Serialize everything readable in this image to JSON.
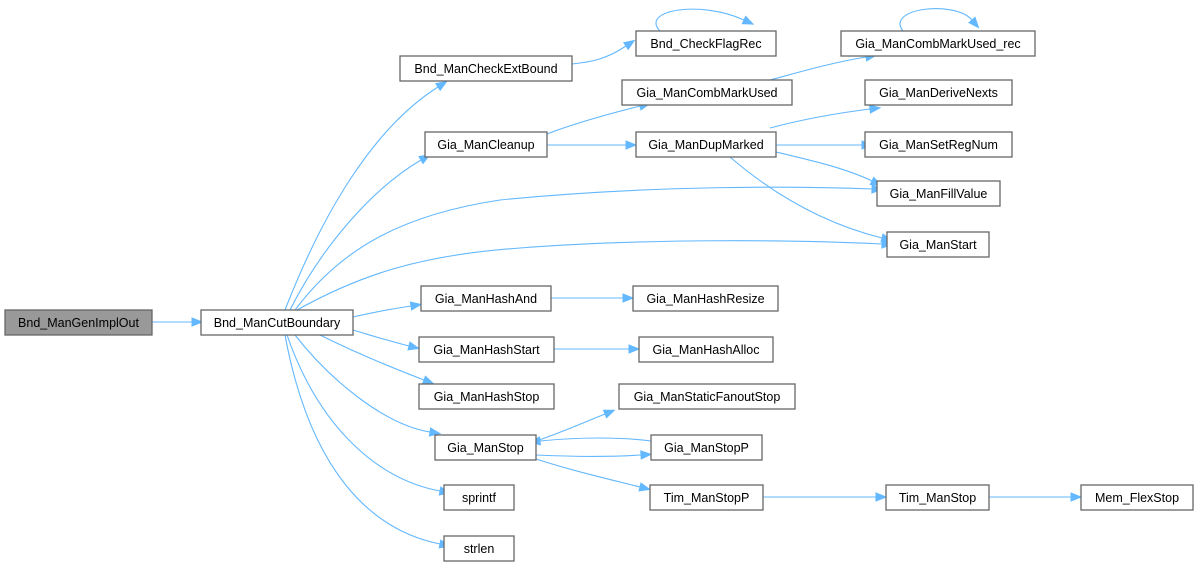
{
  "diagram": {
    "type": "call-graph",
    "colors": {
      "edge": "#63b8ff",
      "node_border": "#666666",
      "root_fill": "#999999",
      "node_fill": "#ffffff"
    },
    "nodes": [
      {
        "id": "n0",
        "label": "Bnd_ManGenImplOut",
        "root": true
      },
      {
        "id": "n1",
        "label": "Bnd_ManCutBoundary"
      },
      {
        "id": "n2",
        "label": "Bnd_ManCheckExtBound"
      },
      {
        "id": "n3",
        "label": "Bnd_CheckFlagRec"
      },
      {
        "id": "n4",
        "label": "Gia_ManCleanup"
      },
      {
        "id": "n5",
        "label": "Gia_ManCombMarkUsed"
      },
      {
        "id": "n6",
        "label": "Gia_ManCombMarkUsed_rec"
      },
      {
        "id": "n7",
        "label": "Gia_ManDupMarked"
      },
      {
        "id": "n8",
        "label": "Gia_ManDeriveNexts"
      },
      {
        "id": "n9",
        "label": "Gia_ManSetRegNum"
      },
      {
        "id": "n10",
        "label": "Gia_ManFillValue"
      },
      {
        "id": "n11",
        "label": "Gia_ManStart"
      },
      {
        "id": "n12",
        "label": "Gia_ManHashAnd"
      },
      {
        "id": "n13",
        "label": "Gia_ManHashResize"
      },
      {
        "id": "n14",
        "label": "Gia_ManHashStart"
      },
      {
        "id": "n15",
        "label": "Gia_ManHashAlloc"
      },
      {
        "id": "n16",
        "label": "Gia_ManHashStop"
      },
      {
        "id": "n17",
        "label": "Gia_ManStaticFanoutStop"
      },
      {
        "id": "n18",
        "label": "Gia_ManStop"
      },
      {
        "id": "n19",
        "label": "Gia_ManStopP"
      },
      {
        "id": "n20",
        "label": "Tim_ManStopP"
      },
      {
        "id": "n21",
        "label": "Tim_ManStop"
      },
      {
        "id": "n22",
        "label": "Mem_FlexStop"
      },
      {
        "id": "n23",
        "label": "sprintf"
      },
      {
        "id": "n24",
        "label": "strlen"
      }
    ],
    "edges": [
      [
        "n0",
        "n1"
      ],
      [
        "n1",
        "n2"
      ],
      [
        "n2",
        "n3"
      ],
      [
        "n3",
        "n3"
      ],
      [
        "n1",
        "n4"
      ],
      [
        "n4",
        "n5"
      ],
      [
        "n5",
        "n6"
      ],
      [
        "n6",
        "n6"
      ],
      [
        "n4",
        "n7"
      ],
      [
        "n7",
        "n8"
      ],
      [
        "n7",
        "n9"
      ],
      [
        "n7",
        "n10"
      ],
      [
        "n7",
        "n11"
      ],
      [
        "n1",
        "n10"
      ],
      [
        "n1",
        "n11"
      ],
      [
        "n1",
        "n12"
      ],
      [
        "n12",
        "n13"
      ],
      [
        "n1",
        "n14"
      ],
      [
        "n14",
        "n15"
      ],
      [
        "n1",
        "n16"
      ],
      [
        "n1",
        "n18"
      ],
      [
        "n18",
        "n17"
      ],
      [
        "n18",
        "n19"
      ],
      [
        "n19",
        "n18"
      ],
      [
        "n18",
        "n20"
      ],
      [
        "n20",
        "n21"
      ],
      [
        "n21",
        "n22"
      ],
      [
        "n1",
        "n23"
      ],
      [
        "n1",
        "n24"
      ]
    ]
  }
}
